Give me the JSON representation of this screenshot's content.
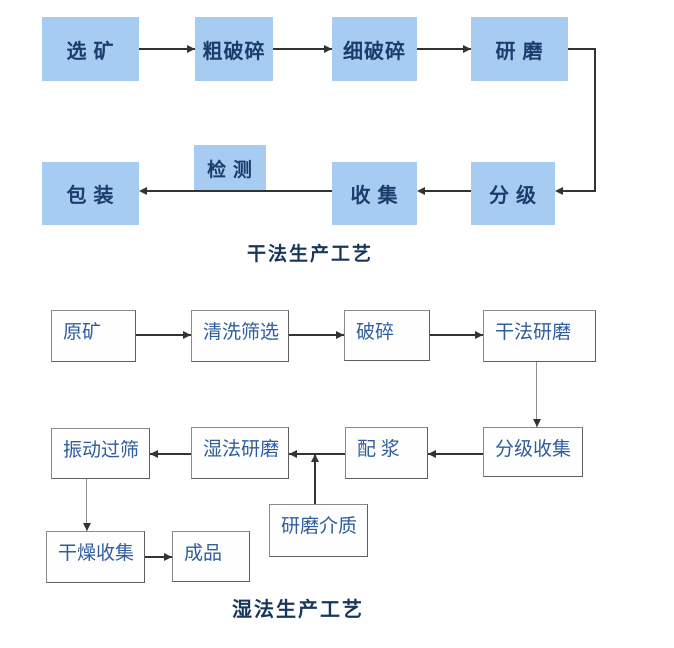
{
  "diagrams": {
    "dry": {
      "title": "干法生产工艺",
      "boxes": {
        "ore_selection": "选 矿",
        "coarse_crushing": "粗破碎",
        "fine_crushing": "细破碎",
        "grinding": "研 磨",
        "inspection": "检 测",
        "collection": "收 集",
        "classification": "分 级",
        "packaging": "包 装"
      },
      "edges": [
        [
          "ore_selection",
          "coarse_crushing"
        ],
        [
          "coarse_crushing",
          "fine_crushing"
        ],
        [
          "fine_crushing",
          "grinding"
        ],
        [
          "grinding",
          "classification"
        ],
        [
          "classification",
          "collection"
        ],
        [
          "collection",
          "packaging"
        ]
      ],
      "note": "inspection box sits on the arrow between collection and packaging"
    },
    "wet": {
      "title": "湿法生产工艺",
      "boxes": {
        "raw_ore": "原矿",
        "washing_screening": "清洗筛选",
        "crushing": "破碎",
        "dry_grinding": "干法研磨",
        "classify_collect": "分级收集",
        "slurry_mixing": "配 浆",
        "wet_grinding": "湿法研磨",
        "vibrating_sieve": "振动过筛",
        "grinding_media": "研磨介质",
        "drying_collect": "干燥收集",
        "finished_product": "成品"
      },
      "edges": [
        [
          "raw_ore",
          "washing_screening"
        ],
        [
          "washing_screening",
          "crushing"
        ],
        [
          "crushing",
          "dry_grinding"
        ],
        [
          "dry_grinding",
          "classify_collect"
        ],
        [
          "classify_collect",
          "slurry_mixing"
        ],
        [
          "slurry_mixing",
          "wet_grinding"
        ],
        [
          "grinding_media",
          "wet_grinding"
        ],
        [
          "wet_grinding",
          "vibrating_sieve"
        ],
        [
          "vibrating_sieve",
          "drying_collect"
        ],
        [
          "drying_collect",
          "finished_product"
        ]
      ]
    }
  },
  "colors": {
    "box_fill_blue": "#A6CDF1",
    "dry_text": "#1B3C6D",
    "wet_text": "#2F5D9E",
    "title_text": "#16365C",
    "box_border": "#8A8A8A",
    "arrow": "#333333"
  }
}
